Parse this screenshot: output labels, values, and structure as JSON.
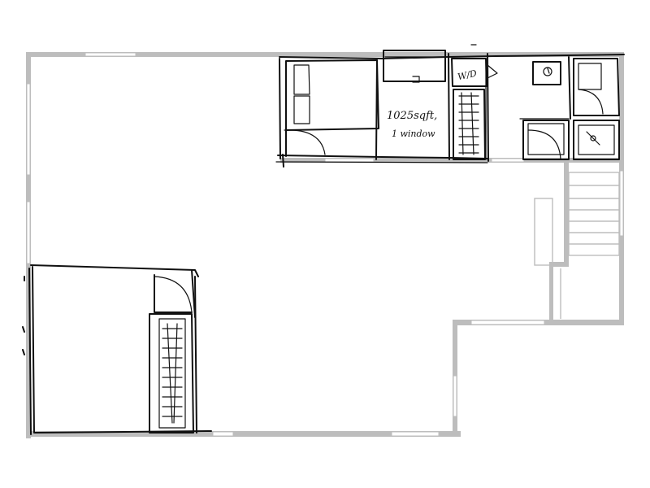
{
  "annotations": {
    "area_note_line1": "1025sqft,",
    "area_note_line2": "1 window",
    "washer_dryer": "W/D"
  },
  "colors": {
    "wall_gray": "#bdbdbd",
    "sketch_ink": "#111111",
    "background": "#ffffff"
  },
  "icons": {
    "stair": "stair-treads-icon",
    "door_swing": "door-swing-icon",
    "toilet": "toilet-icon",
    "shower": "shower-icon"
  }
}
